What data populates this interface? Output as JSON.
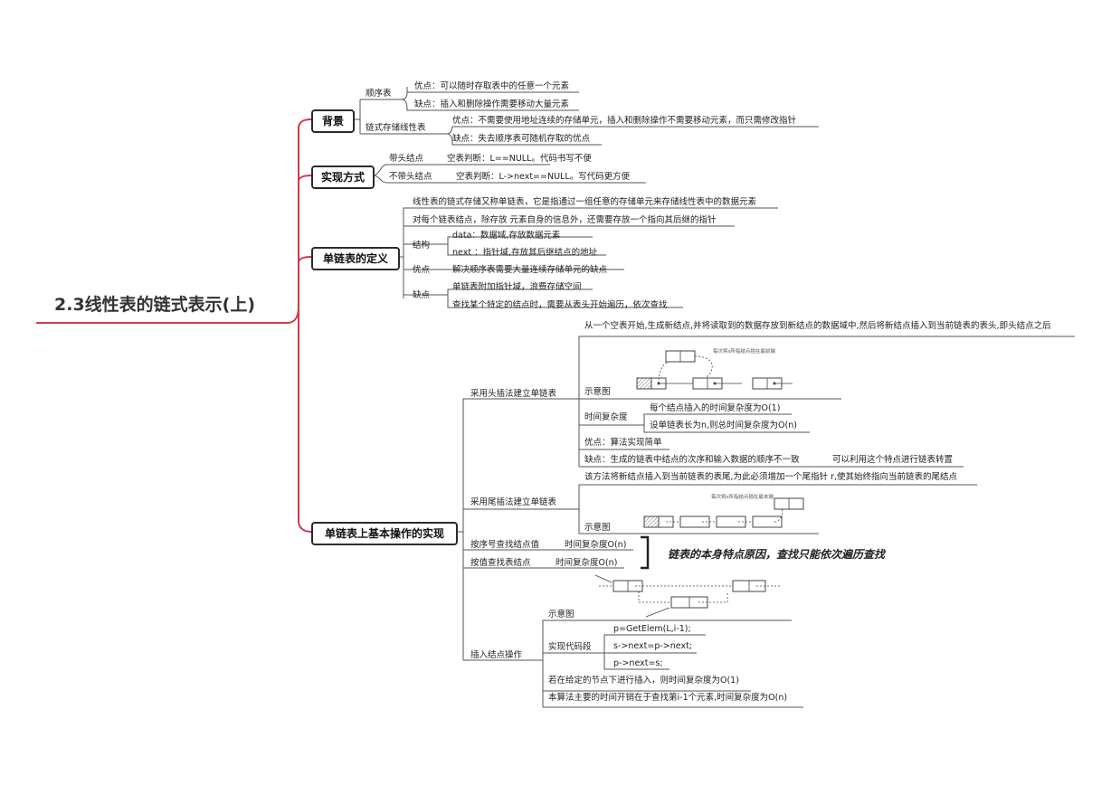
{
  "root": {
    "title": "2.3线性表的链式表示(上)"
  },
  "branch_bg": {
    "label": "背景",
    "seq": {
      "label": "顺序表",
      "pro": "优点：可以随时存取表中的任意一个元素",
      "con": "缺点：插入和删除操作需要移动大量元素"
    },
    "linked": {
      "label": "链式存储线性表",
      "pro": "优点：不需要使用地址连续的存储单元，插入和删除操作不需要移动元素，而只需修改指针",
      "con": "缺点：失去顺序表可随机存取的优点"
    }
  },
  "branch_impl": {
    "label": "实现方式",
    "with_head": {
      "label": "带头结点",
      "desc": "空表判断：L==NULL。代码书写不便"
    },
    "without_head": {
      "label": "不带头结点",
      "desc": "空表判断：L->next==NULL。写代码更方便"
    }
  },
  "branch_def": {
    "label": "单链表的定义",
    "line1": "线性表的链式存储又称单链表，它是指通过一组任意的存储单元来存储线性表中的数据元素",
    "line2": "对每个链表结点，除存放 元素自身的信息外，还需要存放一个指向其后继的指针",
    "struct": {
      "label": "结构",
      "data": "data：数据域,存放数据元素",
      "next": "next ：指针域,存放其后继结点的地址"
    },
    "adv": {
      "label": "优点",
      "text": "解决顺序表需要大量连续存储单元的缺点"
    },
    "dis": {
      "label": "缺点",
      "a": "单链表附加指针域，浪费存储空间",
      "b": "查找某个特定的结点时，需要从表头开始遍历，依次查找"
    }
  },
  "branch_ops": {
    "label": "单链表上基本操作的实现",
    "head_insert": {
      "label": "采用头插法建立单链表",
      "desc": "从一个空表开始,生成新结点,并将读取到的数据存放到新结点的数据域中,然后将新结点插入到当前链表的表头,即头结点之后",
      "diagram_label": "示意图",
      "diagram_caption": "每次将s所指结点插在最前端",
      "complexity": {
        "label": "时间复杂度",
        "a": "每个结点插入的时间复杂度为O(1)",
        "b": "设单链表长为n,则总时间复杂度为O(n)"
      },
      "pro": "优点：算法实现简单",
      "con": "缺点：生成的链表中结点的次序和输入数据的顺序不一致",
      "con_note": "可以利用这个特点进行链表转置"
    },
    "tail_insert": {
      "label": "采用尾插法建立单链表",
      "desc": "该方法将新结点插入到当前链表的表尾,为此必须增加一个尾指针 r,使其始终指向当前链表的尾结点",
      "diagram_label": "示意图",
      "diagram_caption": "每次将s所指结点插在最末端"
    },
    "find_index": {
      "label": "按序号查找结点值",
      "complexity": "时间复杂度O(n)"
    },
    "find_value": {
      "label": "按值查找表结点",
      "complexity": "时间复杂度O(n)"
    },
    "find_note": "链表的本身特点原因，查找只能依次遍历查找",
    "insert_node": {
      "label": "插入结点操作",
      "diagram_label": "示意图",
      "code_label": "实现代码段",
      "code": [
        "p=GetElem(L,i-1);",
        "s->next=p->next;",
        "p->next=s;"
      ],
      "note1": "若在给定的节点下进行插入，则时间复杂度为O(1)",
      "note2": "本算法主要的时间开销在于查找第i-1个元素,时间复杂度为O(n)"
    }
  },
  "colors": {
    "branch": "#d13a48",
    "sub": "#333333"
  }
}
